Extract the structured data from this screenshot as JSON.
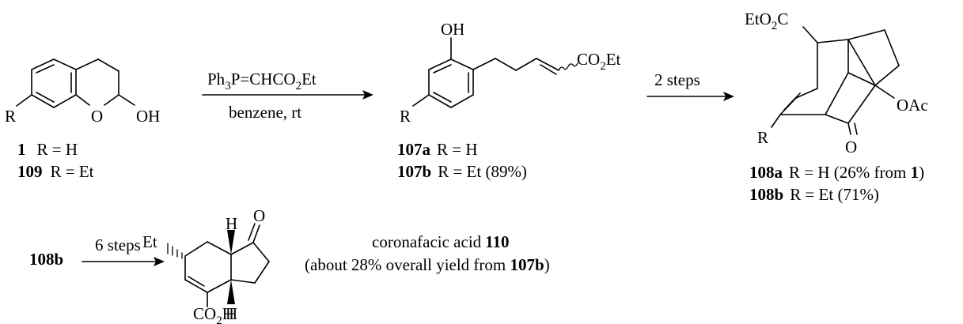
{
  "colors": {
    "ink": "#000000",
    "background": "#ffffff"
  },
  "compounds": {
    "c1": {
      "number": "1",
      "r_label": "R = H"
    },
    "c109": {
      "number": "109",
      "r_label": "R = Et"
    },
    "c107a": {
      "number": "107a",
      "r_label": "R = H"
    },
    "c107b": {
      "number": "107b",
      "r_label": "R = Et (89%)"
    },
    "c108a": {
      "number": "108a",
      "r_label_pre": "R = H (26% from ",
      "r_ref": "1",
      "r_label_post": ")"
    },
    "c108b": {
      "number": "108b",
      "r_label": "R = Et (71%)"
    },
    "c110": {
      "name": "coronafacic acid",
      "number": "110"
    }
  },
  "reactions": {
    "step1": {
      "reagent_main": "Ph",
      "reagent_sub1": "3",
      "reagent_mid": "P=CHCO",
      "reagent_sub2": "2",
      "reagent_end": "Et",
      "conditions": "benzene, rt"
    },
    "step2": {
      "label": "2 steps"
    },
    "step3": {
      "start": "108b",
      "label": "6 steps"
    }
  },
  "note": {
    "pre": "(about 28% overall yield from ",
    "ref": "107b",
    "post": ")"
  },
  "atoms": {
    "R": "R",
    "O": "O",
    "OH": "OH",
    "OAc": "OAc",
    "H": "H",
    "Et": "Et",
    "C": "C",
    "CO": "CO",
    "sub2": "2",
    "sub3": "3",
    "Etend": "Et",
    "EtO": "EtO"
  }
}
